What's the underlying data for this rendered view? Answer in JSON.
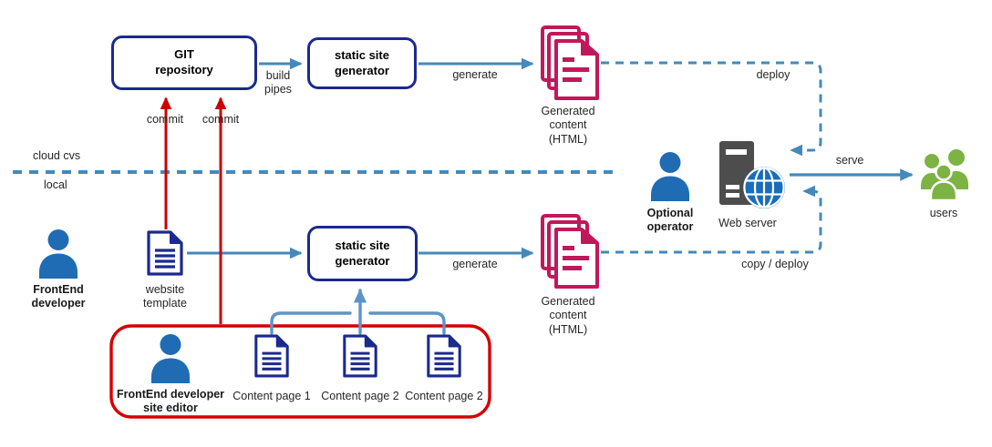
{
  "title": "Static site generator workflow diagram",
  "colors": {
    "node_border_navy": "#1b2a8e",
    "arrow_steel_blue": "#4589ba",
    "connector_light_blue": "#5e94c5",
    "commit_red": "#cc0000",
    "group_box_red": "#d40000",
    "generated_content_crimson": "#c2185b",
    "person_blue": "#1f6cb5",
    "server_gray": "#4d4d4d",
    "globe_blue": "#1a6dba",
    "users_green": "#7cb342"
  },
  "zones": {
    "cloud": "cloud cvs",
    "local": "local"
  },
  "nodes": {
    "git_repository": "GIT\nrepository",
    "static_site_generator_top": "static site\ngenerator",
    "static_site_generator_bottom": "static site\ngenerator",
    "generated_content_top": "Generated\ncontent\n(HTML)",
    "generated_content_bottom": "Generated\ncontent\n(HTML)",
    "frontend_developer": "FrontEnd\ndeveloper",
    "website_template": "website\ntemplate",
    "optional_operator": "Optional\noperator",
    "web_server": "Web server",
    "users": "users",
    "site_editor": "FrontEnd developer\nsite editor",
    "content_page_1": "Content page 1",
    "content_page_2": "Content page 2",
    "content_page_3": "Content page 2"
  },
  "edges": {
    "build_pipes": "build\npipes",
    "commit_left": "commit",
    "commit_right": "commit",
    "generate_top": "generate",
    "generate_bottom": "generate",
    "deploy": "deploy",
    "serve": "serve",
    "copy_deploy": "copy / deploy"
  }
}
